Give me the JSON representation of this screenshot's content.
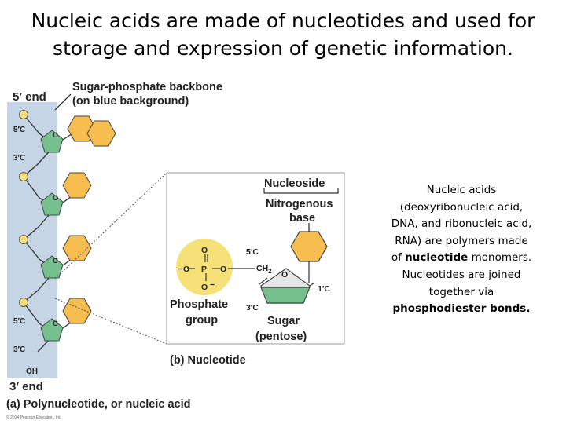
{
  "slide": {
    "title_line1": "Nucleic acids are made of nucleotides and used for",
    "title_line2": "storage and expression of genetic information."
  },
  "figure": {
    "five_prime_end": "5′ end",
    "three_prime_end": "3′ end",
    "backbone_line1": "Sugar-phosphate backbone",
    "backbone_line2": "(on blue background)",
    "five_c": "5′C",
    "three_c": "3′C",
    "o": "O",
    "oh": "OH",
    "caption_a": "(a) Polynucleotide, or nucleic acid",
    "copyright": "© 2014 Pearson Education, Inc.",
    "nucleoside": "Nucleoside",
    "nitrogenous_line1": "Nitrogenous",
    "nitrogenous_line2": "base",
    "phosphate_line1": "Phosphate",
    "phosphate_line2": "group",
    "sugar_line1": "Sugar",
    "sugar_line2": "(pentose)",
    "caption_b": "(b) Nucleotide",
    "one_c": "1′C",
    "ch2": "CH",
    "ch2_sub": "2",
    "p": "P",
    "o_minus": "O",
    "minus": "−"
  },
  "colors": {
    "backbone": "#c5d5e6",
    "sugar": "#75c08d",
    "base": "#f6bd4f",
    "phosphate": "#f5e177",
    "sugar_inner": "#e6e6e6"
  },
  "side_text": {
    "line1": "Nucleic acids",
    "line2": "(deoxyribonucleic acid,",
    "line3": "DNA, and ribonucleic acid,",
    "line4": "RNA) are polymers made",
    "line5_pre": "of ",
    "line5_bold": "nucleotide",
    "line5_post": " monomers.",
    "line6": "Nucleotides are joined",
    "line7": "together via",
    "line8": "phosphodiester bonds."
  }
}
